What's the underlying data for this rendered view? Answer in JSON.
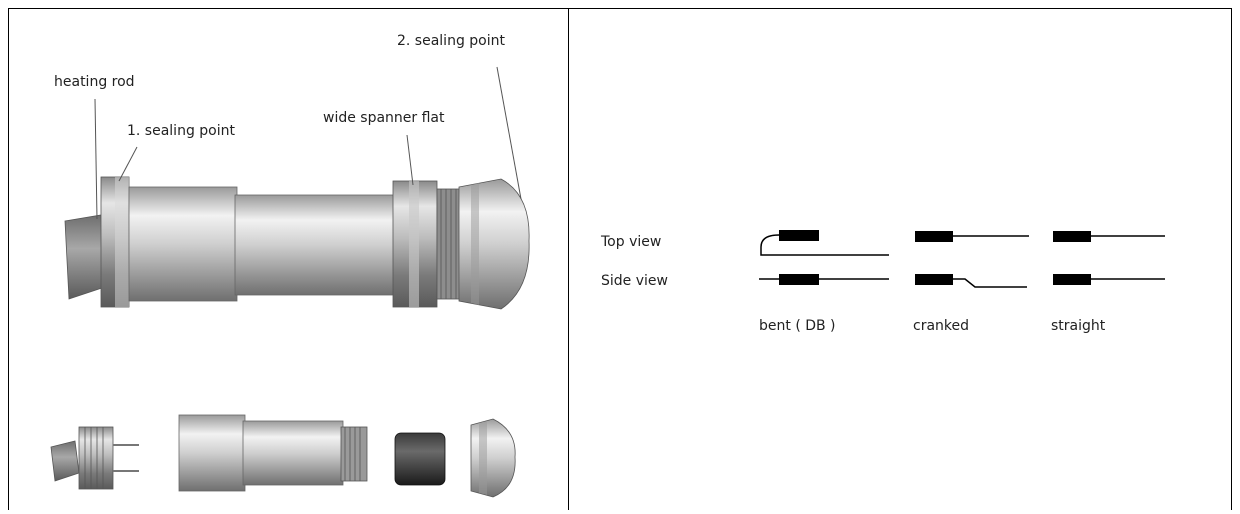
{
  "photo_labels": {
    "heating_rod": "heating rod",
    "sealing_point_1": "1. sealing point",
    "wide_spanner_flat": "wide spanner flat",
    "sealing_point_2": "2. sealing point"
  },
  "views": {
    "top_view": "Top view",
    "side_view": "Side view"
  },
  "variants": {
    "bent": "bent ( DB )",
    "cranked": "cranked",
    "straight": "straight"
  }
}
